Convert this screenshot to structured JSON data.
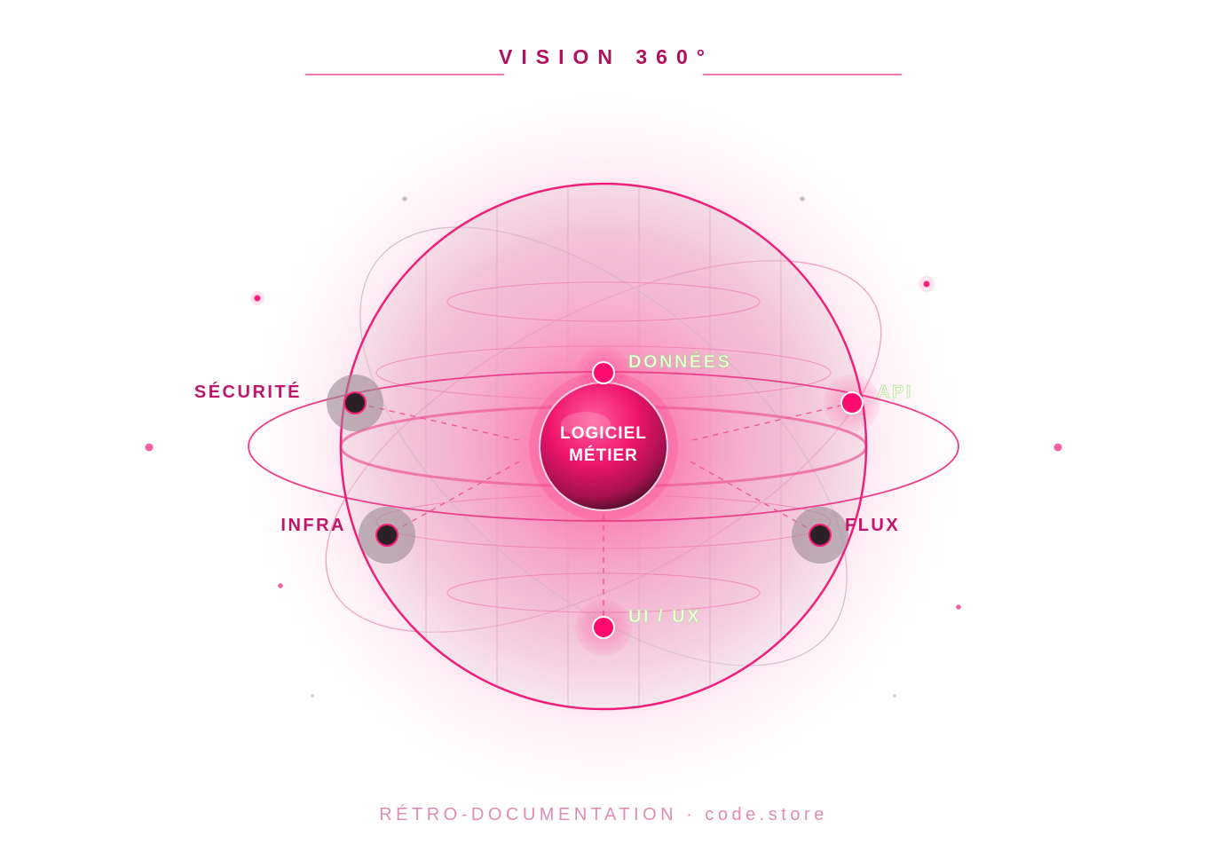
{
  "title": "VISION 360°",
  "center": {
    "line1": "LOGICIEL",
    "line2": "MÉTIER"
  },
  "nodes": [
    {
      "id": "donnees",
      "label": "DONNÉES",
      "style": "light"
    },
    {
      "id": "api",
      "label": "API",
      "style": "light"
    },
    {
      "id": "securite",
      "label": "SÉCURITÉ",
      "style": "dark"
    },
    {
      "id": "infra",
      "label": "INFRA",
      "style": "dark"
    },
    {
      "id": "flux",
      "label": "FLUX",
      "style": "dark"
    },
    {
      "id": "uiux",
      "label": "UI / UX",
      "style": "light"
    }
  ],
  "footer": "RÉTRO-DOCUMENTATION · code.store",
  "colors": {
    "accent": "#ff1f7a",
    "accent_dark": "#b0105e",
    "light_label_fill": "#f7ffe6",
    "light_label_stroke": "#b9e0a3",
    "dark_node": "#2a2126",
    "footer": "#e08cb5"
  }
}
